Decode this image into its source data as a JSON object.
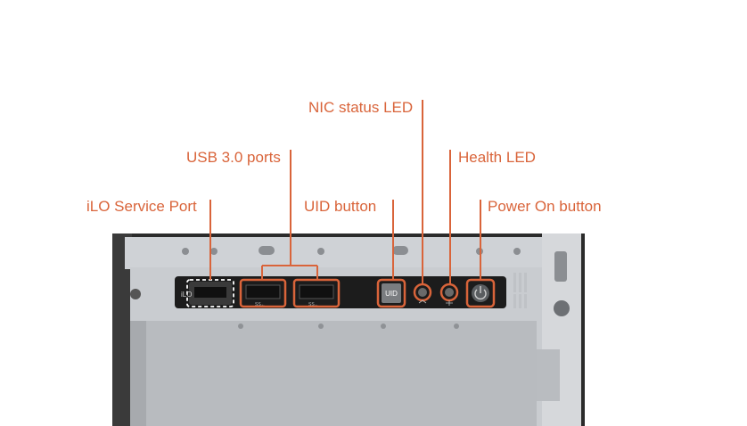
{
  "callouts": {
    "nic_status_led": "NIC status LED",
    "usb_ports": "USB 3.0 ports",
    "health_led": "Health LED",
    "ilo_service_port": "iLO Service Port",
    "uid_button": "UID button",
    "power_on_button": "Power On button"
  },
  "panel": {
    "ilo_label": "iLO",
    "uid_label": "UID",
    "usb_small_label": "SS←"
  },
  "colors": {
    "accent": "#d9643a",
    "chassis_dark": "#2b2b2b",
    "chassis_metal": "#c9ccd0",
    "bezel_black": "#1c1c1c"
  },
  "icons": {
    "nic": "network-icon",
    "health": "health-icon",
    "power": "power-icon"
  }
}
